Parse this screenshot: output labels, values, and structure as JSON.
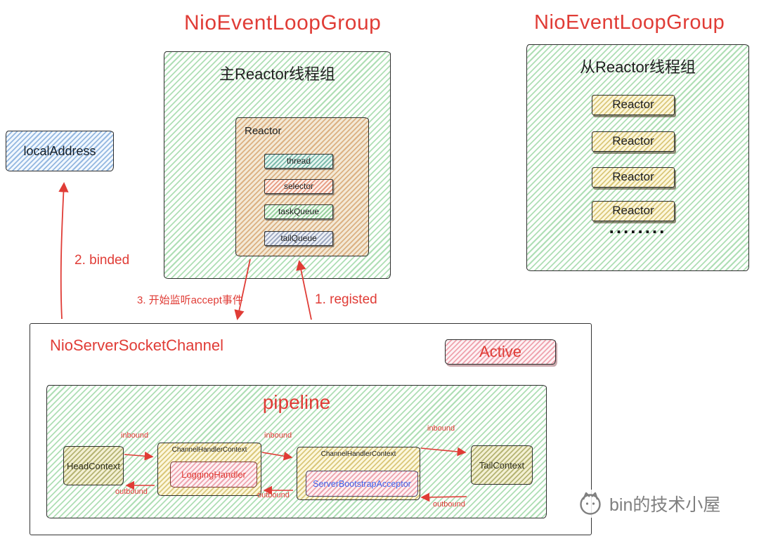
{
  "colors": {
    "accent_red": "#e03c36",
    "handler_blue": "#4263eb",
    "watermark_gray": "#7f7f7f"
  },
  "main_group": {
    "title": "NioEventLoopGroup",
    "label": "主Reactor线程组",
    "reactor": {
      "label": "Reactor",
      "items": [
        "thread",
        "selector",
        "taskQueue",
        "tailQueue"
      ]
    }
  },
  "slave_group": {
    "title": "NioEventLoopGroup",
    "label": "从Reactor线程组",
    "reactors": [
      "Reactor",
      "Reactor",
      "Reactor",
      "Reactor"
    ],
    "ellipsis": "........"
  },
  "local_address": {
    "label": "localAddress"
  },
  "annotations": {
    "binded": "2. binded",
    "listen_accept": "3. 开始监听accept事件",
    "registed": "1. registed"
  },
  "server_channel": {
    "title": "NioServerSocketChannel",
    "active_badge": "Active",
    "pipeline": {
      "title": "pipeline",
      "head": "HeadContext",
      "tail": "TailContext",
      "contexts": [
        {
          "label": "ChannelHandlerContext",
          "handler": "LoggingHandler"
        },
        {
          "label": "ChannelHandlerContext",
          "handler": "ServerBootstrapAcceptor"
        }
      ],
      "inbound_label": "inbound",
      "outbound_label": "outbound"
    }
  },
  "watermark": {
    "text": "bin的技术小屋"
  }
}
